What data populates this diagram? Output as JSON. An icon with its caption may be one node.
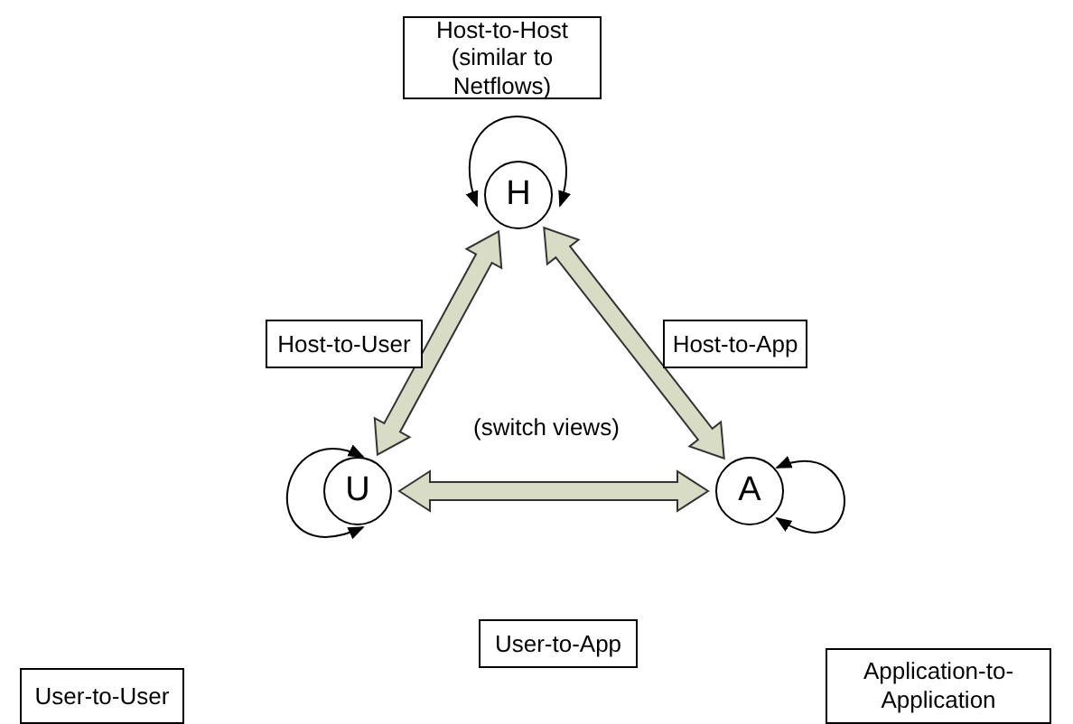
{
  "diagram": {
    "nodes": [
      {
        "text": [
          "Host-to-Host (similar to Netflows)"
        ]
      },
      {
        "text": [
          "H"
        ]
      },
      {
        "text": [
          "Host-to-User"
        ]
      },
      {
        "text": [
          "Host-to-App"
        ]
      },
      {
        "text": [
          "U"
        ]
      },
      {
        "text": [
          "A"
        ]
      },
      {
        "text": [
          "User-to-App"
        ]
      },
      {
        "text": [
          "User-to-User"
        ]
      },
      {
        "text": [
          "Application-to-Application"
        ]
      }
    ],
    "edges": [
      {
        "from": 1,
        "to": 4,
        "arrow": "both",
        "style": "thick"
      },
      {
        "from": 1,
        "to": 5,
        "arrow": "both",
        "style": "thick"
      },
      {
        "from": 4,
        "to": 5,
        "arrow": "both",
        "style": "thick"
      },
      {
        "from": 1,
        "to": 1,
        "arrow": "both"
      },
      {
        "from": 4,
        "to": 4,
        "arrow": "both"
      },
      {
        "from": 5,
        "to": 5,
        "arrow": "both"
      }
    ],
    "labels": [
      "(switch views)"
    ]
  }
}
